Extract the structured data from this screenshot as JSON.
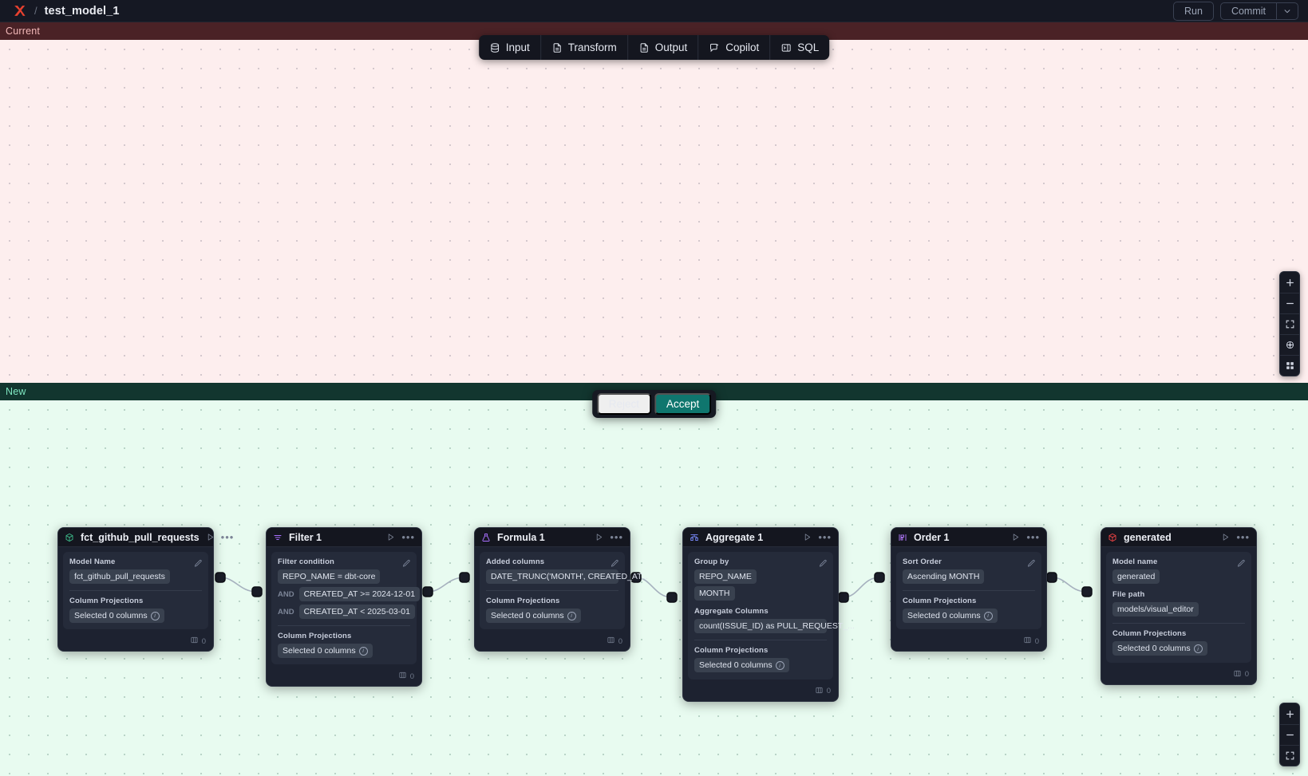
{
  "topbar": {
    "logo_icon": "x-logo-icon",
    "separator": "/",
    "title": "test_model_1",
    "run_label": "Run",
    "commit_label": "Commit",
    "commit_caret_icon": "chevron-down-icon"
  },
  "toolbar": {
    "tabs": [
      {
        "label": "Input",
        "icon": "database-icon"
      },
      {
        "label": "Transform",
        "icon": "document-icon"
      },
      {
        "label": "Output",
        "icon": "document-icon"
      },
      {
        "label": "Copilot",
        "icon": "sparkle-chat-icon"
      },
      {
        "label": "SQL",
        "icon": "sql-panel-icon"
      }
    ]
  },
  "panes": {
    "current_label": "Current",
    "new_label": "New"
  },
  "decision": {
    "reject_label": "Reject",
    "accept_label": "Accept"
  },
  "zoom_controls": {
    "top": [
      {
        "icon": "plus-icon"
      },
      {
        "icon": "minus-icon"
      },
      {
        "icon": "fit-screen-icon"
      },
      {
        "icon": "recenter-icon"
      },
      {
        "icon": "grid-icon"
      }
    ],
    "bottom": [
      {
        "icon": "plus-icon"
      },
      {
        "icon": "minus-icon"
      },
      {
        "icon": "fit-screen-icon"
      }
    ]
  },
  "nodes": [
    {
      "id": "source",
      "icon": "cube-green-icon",
      "title": "fct_github_pull_requests",
      "run_icon": "play-icon",
      "menu_icon": "more-icon",
      "fields": [
        {
          "label": "Model Name",
          "chips": [
            "fct_github_pull_requests"
          ]
        }
      ],
      "projections_label": "Column Projections",
      "projections_value": "Selected 0 columns",
      "footer_count": "0",
      "footer_icon": "columns-icon"
    },
    {
      "id": "filter",
      "icon": "filter-icon",
      "title": "Filter 1",
      "run_icon": "play-icon",
      "menu_icon": "more-icon",
      "fields": [
        {
          "label": "Filter condition",
          "chips": [
            "REPO_NAME = dbt-core"
          ],
          "conditions": [
            {
              "operator": "AND",
              "expression": "CREATED_AT >= 2024-12-01"
            },
            {
              "operator": "AND",
              "expression": "CREATED_AT < 2025-03-01"
            }
          ]
        }
      ],
      "projections_label": "Column Projections",
      "projections_value": "Selected 0 columns",
      "footer_count": "0",
      "footer_icon": "columns-icon"
    },
    {
      "id": "formula",
      "icon": "formula-icon",
      "title": "Formula 1",
      "run_icon": "play-icon",
      "menu_icon": "more-icon",
      "fields": [
        {
          "label": "Added columns",
          "chips": [
            "DATE_TRUNC('MONTH', CREATED_AT..."
          ]
        }
      ],
      "projections_label": "Column Projections",
      "projections_value": "Selected 0 columns",
      "footer_count": "0",
      "footer_icon": "columns-icon"
    },
    {
      "id": "aggregate",
      "icon": "aggregate-icon",
      "title": "Aggregate 1",
      "run_icon": "play-icon",
      "menu_icon": "more-icon",
      "fields": [
        {
          "label": "Group by",
          "chips": [
            "REPO_NAME",
            "MONTH"
          ]
        },
        {
          "label": "Aggregate Columns",
          "chips": [
            "count(ISSUE_ID) as PULL_REQUEST_..."
          ]
        }
      ],
      "projections_label": "Column Projections",
      "projections_value": "Selected 0 columns",
      "footer_count": "0",
      "footer_icon": "columns-icon"
    },
    {
      "id": "order",
      "icon": "order-icon",
      "title": "Order 1",
      "run_icon": "play-icon",
      "menu_icon": "more-icon",
      "fields": [
        {
          "label": "Sort Order",
          "chips": [
            "Ascending MONTH"
          ]
        }
      ],
      "projections_label": "Column Projections",
      "projections_value": "Selected 0 columns",
      "footer_count": "0",
      "footer_icon": "columns-icon"
    },
    {
      "id": "generated",
      "icon": "cube-red-icon",
      "title": "generated",
      "run_icon": "play-icon",
      "menu_icon": "more-icon",
      "fields": [
        {
          "label": "Model name",
          "chips": [
            "generated"
          ]
        },
        {
          "label": "File path",
          "chips": [
            "models/visual_editor"
          ]
        }
      ],
      "projections_label": "Column Projections",
      "projections_value": "Selected 0 columns",
      "footer_count": "0",
      "footer_icon": "columns-icon"
    }
  ],
  "colors": {
    "current_pane_bg": "#fdeeee",
    "current_label_bg": "#4a2226",
    "new_pane_bg": "#e8fbf0",
    "new_label_bg": "#12362f",
    "accent_accept": "#0f766e",
    "node_bg": "#1d2230",
    "brand_red": "#e8412f"
  }
}
